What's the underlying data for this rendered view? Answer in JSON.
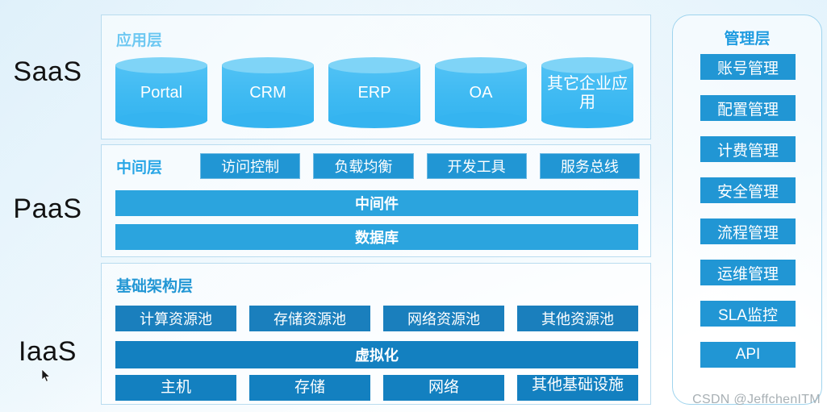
{
  "tiers": [
    {
      "label": "SaaS"
    },
    {
      "label": "PaaS"
    },
    {
      "label": "IaaS"
    }
  ],
  "saas": {
    "title": "应用层",
    "apps": [
      {
        "label": "Portal",
        "overflow": false
      },
      {
        "label": "CRM",
        "overflow": false
      },
      {
        "label": "ERP",
        "overflow": false
      },
      {
        "label": "OA",
        "overflow": false
      },
      {
        "label": "其它企业应用",
        "overflow": true
      }
    ]
  },
  "paas": {
    "title": "中间层",
    "chips": [
      {
        "label": "访问控制"
      },
      {
        "label": "负载均衡"
      },
      {
        "label": "开发工具"
      },
      {
        "label": "服务总线"
      }
    ],
    "bars": [
      {
        "label": "中间件"
      },
      {
        "label": "数据库"
      }
    ]
  },
  "iaas": {
    "title": "基础架构层",
    "pools": [
      {
        "label": "计算资源池"
      },
      {
        "label": "存储资源池"
      },
      {
        "label": "网络资源池"
      },
      {
        "label": "其他资源池"
      }
    ],
    "virtualization": "虚拟化",
    "infrastructure": [
      {
        "label": "主机",
        "wrap": false
      },
      {
        "label": "存储",
        "wrap": false
      },
      {
        "label": "网络",
        "wrap": false
      },
      {
        "label": "其他基础设施",
        "wrap": true
      }
    ]
  },
  "management": {
    "title": "管理层",
    "items": [
      {
        "label": "账号管理"
      },
      {
        "label": "配置管理"
      },
      {
        "label": "计费管理"
      },
      {
        "label": "安全管理"
      },
      {
        "label": "流程管理"
      },
      {
        "label": "运维管理"
      },
      {
        "label": "SLA监控"
      },
      {
        "label": "API"
      }
    ]
  },
  "watermark": "CSDN @JeffchenITM",
  "colors": {
    "saas_title": "#6ec8f2",
    "paas_title": "#29a6e6",
    "iaas_title": "#2196d4",
    "mgmt_title": "#1e9be0",
    "chip": "#2196d4",
    "paas_bar": "#2ba4de",
    "pool": "#1a7fbd",
    "iaas_bar": "#1380c0",
    "cylinder_body": "#3fbaf2",
    "cylinder_top": "#7fd4f7",
    "panel_border": "#b9dcef"
  }
}
